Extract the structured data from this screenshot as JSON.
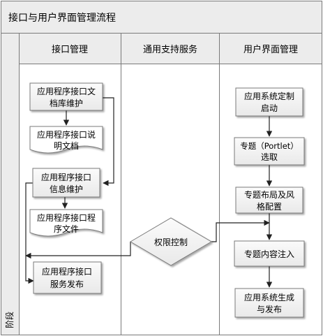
{
  "title": "接口与用户界面管理流程",
  "stage_label": "阶段",
  "lanes": [
    {
      "id": "interface",
      "label": "接口管理"
    },
    {
      "id": "support",
      "label": "通用支持服务"
    },
    {
      "id": "ui",
      "label": "用户界面管理"
    }
  ],
  "nodes": {
    "doc_maintain": [
      "应用程序接口文",
      "档库维护"
    ],
    "api_doc": [
      "应用程序接口说",
      "明文档"
    ],
    "info_maintain": [
      "应用程序接口",
      "信息维护"
    ],
    "api_file": [
      "应用程序接口程",
      "序文件"
    ],
    "service_publish": [
      "应用程序接口",
      "服务发布"
    ],
    "permission": [
      "权限控制"
    ],
    "system_start": [
      "应用系统定制",
      "启动"
    ],
    "portlet_select": [
      "专题（Portlet）",
      "选取"
    ],
    "layout_style": [
      "专题布局及风",
      "格配置"
    ],
    "content_inject": [
      "专题内容注入"
    ],
    "system_generate": [
      "应用系统生成",
      "与发布"
    ]
  },
  "colors": {
    "header_bg": "#ececec",
    "box_fill": "#f4f4f4",
    "line": "#222222",
    "border": "#7a7a7a"
  }
}
